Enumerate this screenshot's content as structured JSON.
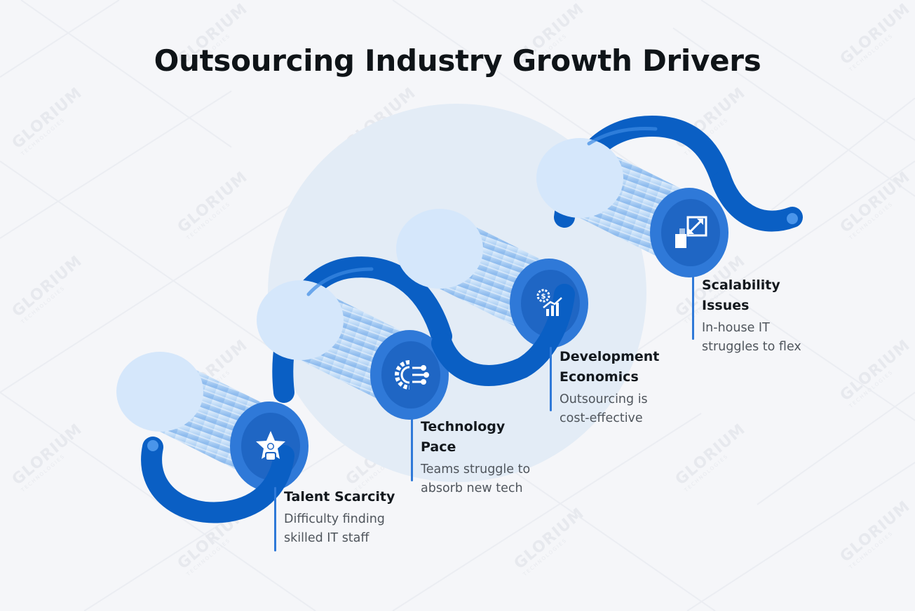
{
  "title": "Outsourcing Industry Growth Drivers",
  "watermark": {
    "brand": "GLORIUM",
    "sub": "TECHNOLOGIES"
  },
  "colors": {
    "background": "#f5f6f9",
    "circle": "#e3ecf6",
    "ribbon": "#0a5fc4",
    "ribbon_highlight": "#3c8ae4",
    "cylinder_light": "#dcebfb",
    "cylinder_mid": "#9cc4f0",
    "cap_outer": "#2f79d8",
    "cap_inner": "#1f66c4",
    "icon": "#ffffff",
    "title": "#0f1418",
    "label_line": "#2f79d8"
  },
  "drivers": [
    {
      "name": "Talent Scarcity",
      "description": "Difficulty finding skilled IT staff",
      "icon": "star-person-icon"
    },
    {
      "name": "Technology Pace",
      "description": "Teams struggle to absorb new tech",
      "icon": "gear-circuit-icon"
    },
    {
      "name": "Development Economics",
      "description": "Outsourcing is cost-effective",
      "icon": "money-chart-icon"
    },
    {
      "name": "Scalability Issues",
      "description": "In-house IT struggles to flex",
      "icon": "scale-arrow-icon"
    }
  ]
}
